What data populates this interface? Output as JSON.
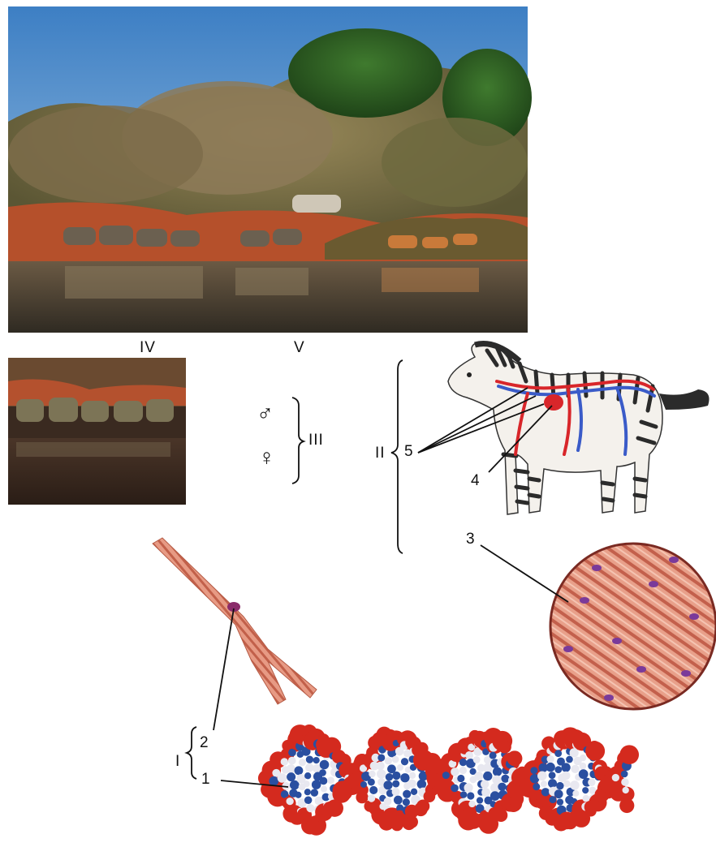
{
  "labels": {
    "level_1": "1",
    "level_2": "2",
    "level_3": "3",
    "level_4": "4",
    "level_5": "5",
    "roman_I": "I",
    "roman_II": "II",
    "roman_III": "III",
    "roman_IV": "IV",
    "roman_V": "V"
  },
  "symbols": {
    "male": "♂",
    "female": "♀"
  },
  "icons": {
    "savanna_photo": "savanna-waterhole-photo",
    "herd_photo": "zebra-herd-photo",
    "zebra_body": "zebra-circulatory-illustration",
    "muscle_cell": "muscle-fiber-cell",
    "muscle_tissue": "cardiac-muscle-tissue-circle",
    "dna": "dna-molecule-model"
  },
  "colors": {
    "sky": "#4f8fc9",
    "dirt": "#b8502a",
    "water": "#5a4634",
    "muscle": "#d9826b",
    "dna_red": "#d42a1e",
    "dna_blue": "#2a4fa0",
    "vessel_red": "#d8262a",
    "vessel_blue": "#3a5bc8"
  }
}
